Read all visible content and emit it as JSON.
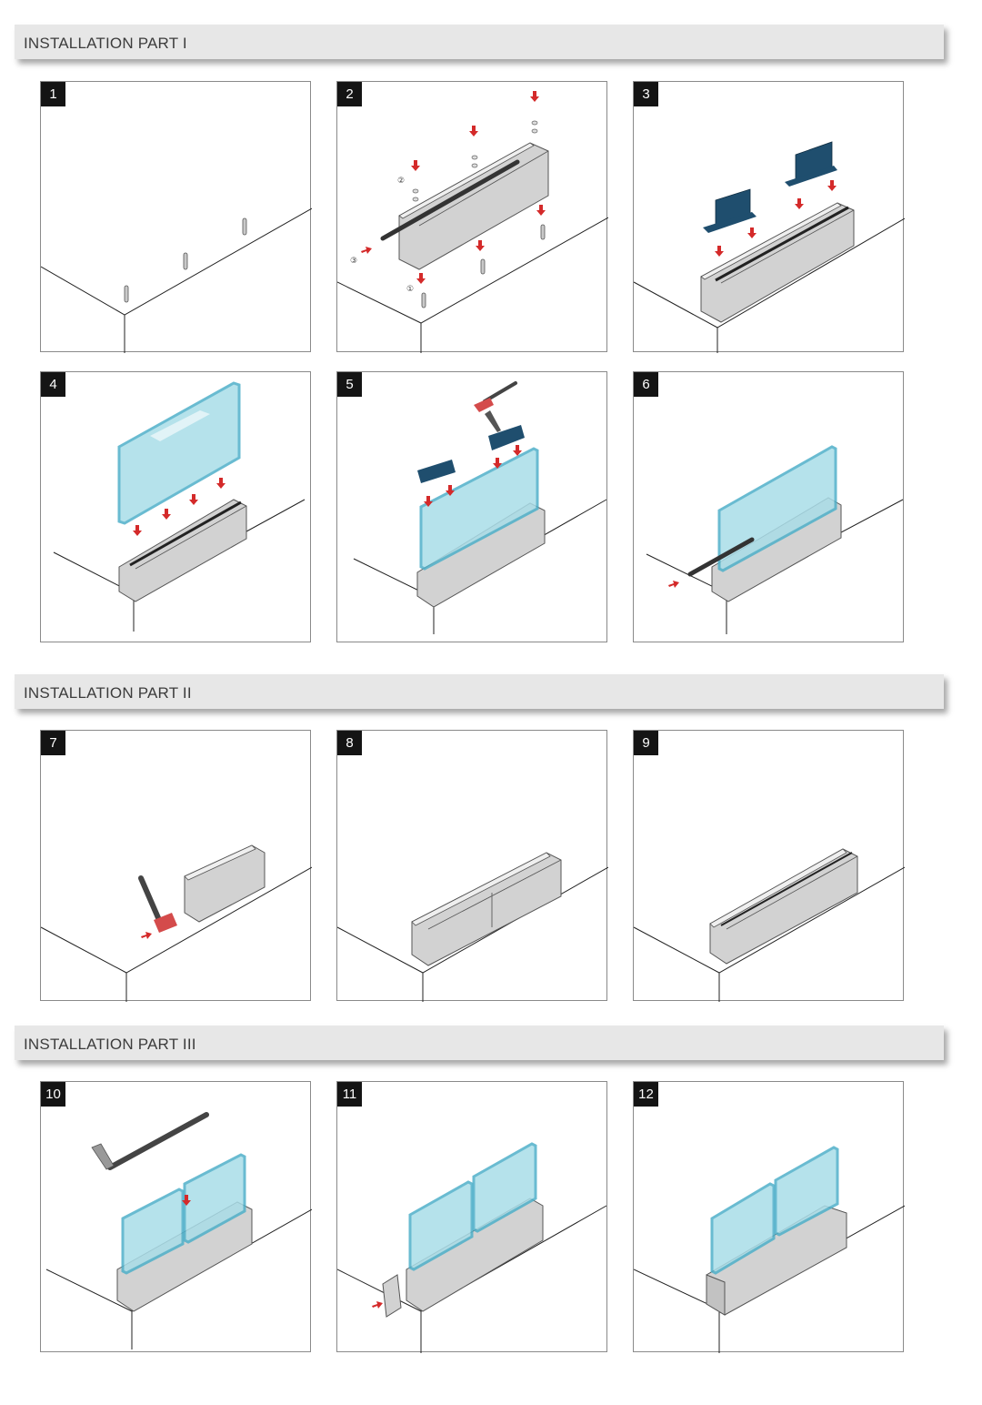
{
  "sections": [
    {
      "title": "INSTALLATION PART I"
    },
    {
      "title": "INSTALLATION PART II"
    },
    {
      "title": "INSTALLATION PART III"
    }
  ],
  "steps": [
    "1",
    "2",
    "3",
    "4",
    "5",
    "6",
    "7",
    "8",
    "9",
    "10",
    "11",
    "12"
  ],
  "step2_markers": [
    "②",
    "③",
    "①"
  ],
  "colors": {
    "section_bar": "#e7e7e7",
    "step_badge": "#141414",
    "arrow": "#d42a2a",
    "glass": "#a9dde8",
    "glass_edge": "#4fb0c9",
    "wedge": "#1f4e6e",
    "profile": "#d2d2d2"
  }
}
